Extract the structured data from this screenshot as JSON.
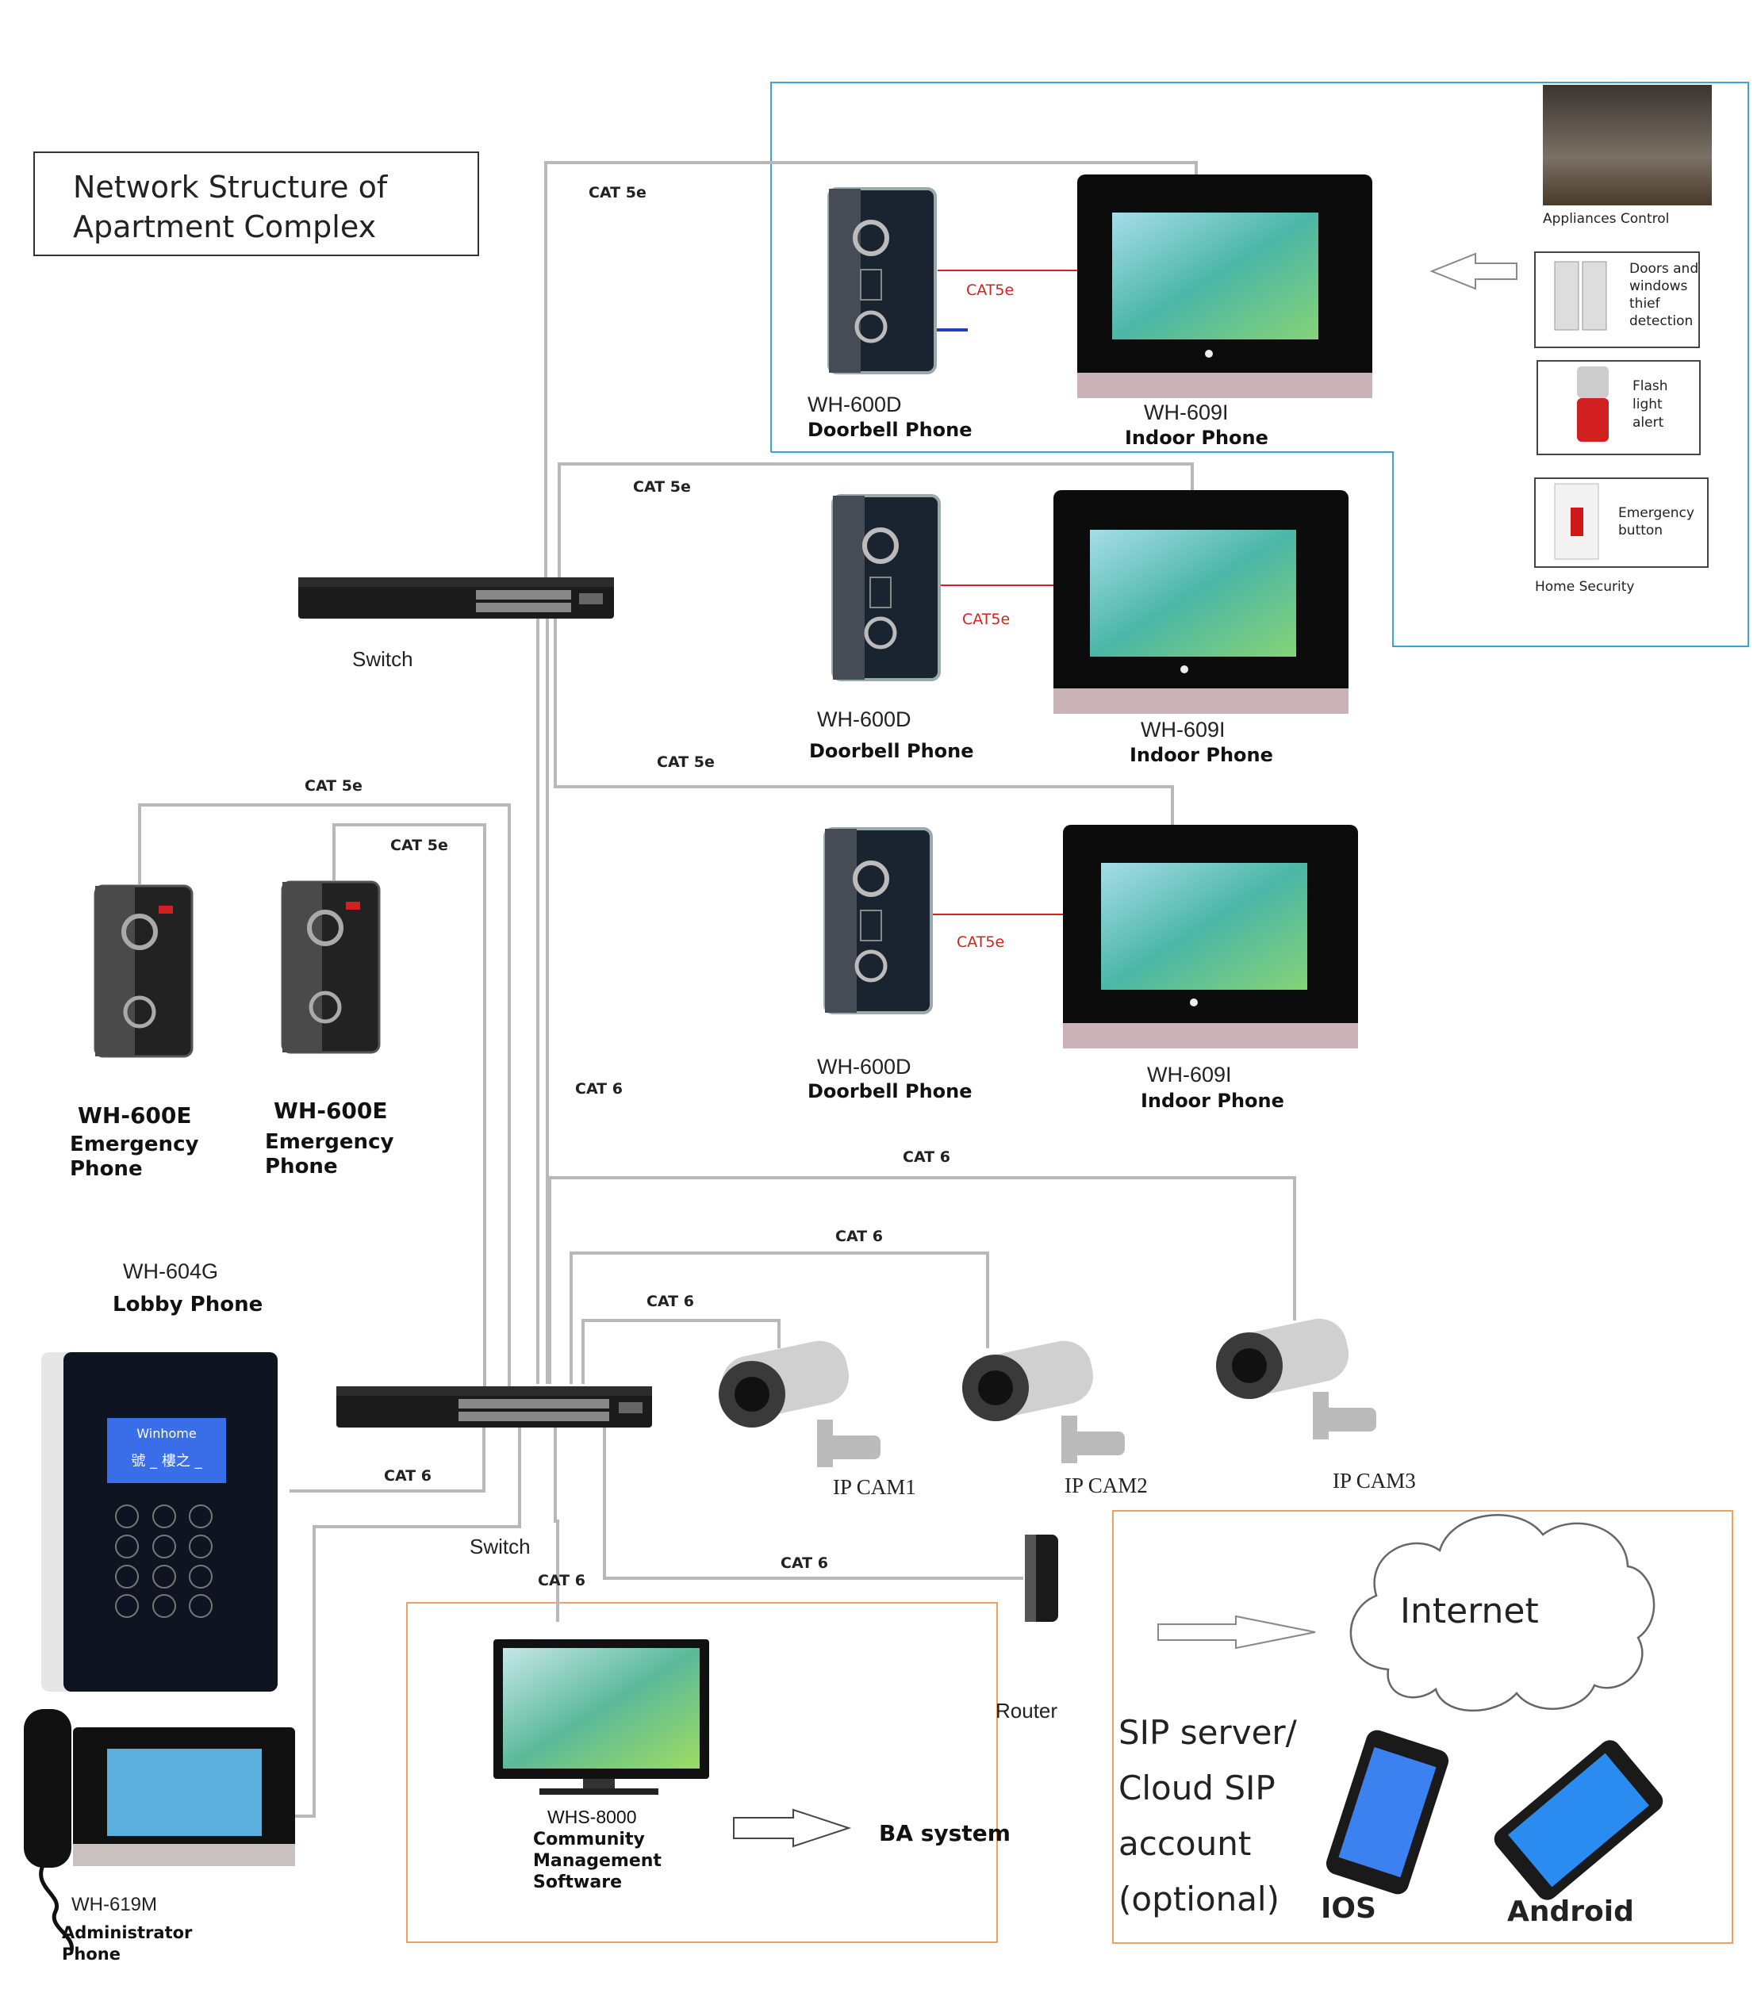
{
  "title": "Network Structure of\nApartment Complex",
  "cables": {
    "cat5e_1": "CAT 5e",
    "cat5e_2": "CAT 5e",
    "cat5e_3": "CAT 5e",
    "cat5e_4": "CAT 5e",
    "cat5e_5": "CAT 5e",
    "cat5e_red_1": "CAT5e",
    "cat5e_red_2": "CAT5e",
    "cat5e_red_3": "CAT5e",
    "cat6_vertical": "CAT 6",
    "cat6_cam3": "CAT 6",
    "cat6_cam2": "CAT 6",
    "cat6_cam1": "CAT 6",
    "cat6_lobby": "CAT 6",
    "cat6_router": "CAT 6",
    "cat6_software": "CAT 6"
  },
  "units": [
    {
      "doorbell_model": "WH-600D",
      "doorbell_name": "Doorbell Phone",
      "indoor_model": "WH-609I",
      "indoor_name": "Indoor Phone"
    },
    {
      "doorbell_model": "WH-600D",
      "doorbell_name": "Doorbell Phone",
      "indoor_model": "WH-609I",
      "indoor_name": "Indoor Phone"
    },
    {
      "doorbell_model": "WH-600D",
      "doorbell_name": "Doorbell Phone",
      "indoor_model": "WH-609I",
      "indoor_name": "Indoor Phone"
    }
  ],
  "home_security": {
    "appliances": "Appliances Control",
    "doors": "Doors and\nwindows\nthief\ndetection",
    "flash": "Flash\nlight\nalert",
    "emergency": "Emergency\nbutton",
    "label": "Home Security"
  },
  "switches": {
    "top": "Switch",
    "bottom": "Switch"
  },
  "emergency_phones": [
    {
      "model": "WH-600E",
      "name": "Emergency\nPhone"
    },
    {
      "model": "WH-600E",
      "name": "Emergency\nPhone"
    }
  ],
  "lobby": {
    "model": "WH-604G",
    "name": "Lobby Phone",
    "screen_brand": "Winhome",
    "screen_text": "號 _ 樓之 _"
  },
  "admin": {
    "model": "WH-619M",
    "name": "Administrator\nPhone"
  },
  "cameras": {
    "cam1": "IP CAM1",
    "cam2": "IP CAM2",
    "cam3": "IP CAM3"
  },
  "router": "Router",
  "software": {
    "model": "WHS-8000",
    "name": "Community\nManagement\nSoftware",
    "ba": "BA system"
  },
  "cloud": {
    "internet": "Internet",
    "sip": "SIP server/\nCloud SIP\naccount\n(optional)",
    "ios": "IOS",
    "android": "Android"
  },
  "colors": {
    "cable": "#b8b8b8",
    "home_box": "#3aa0d8",
    "orange_box": "#f0a060",
    "red_cable": "#d42020",
    "blue_cable": "#2040c0"
  }
}
